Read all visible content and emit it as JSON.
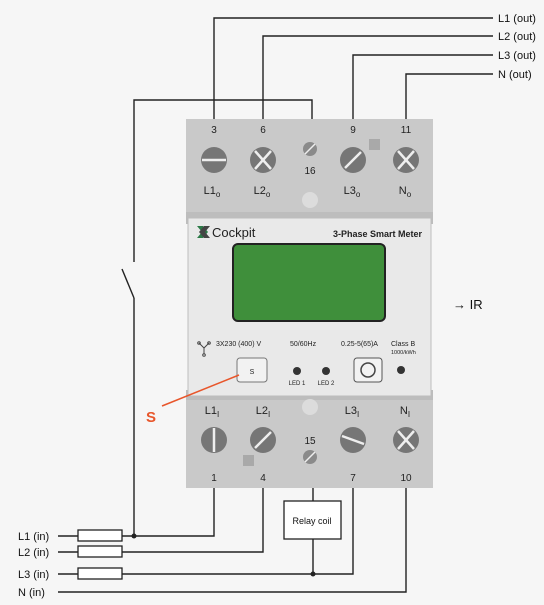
{
  "outputs": {
    "l1": "L1 (out)",
    "l2": "L2 (out)",
    "l3": "L3 (out)",
    "n": "N (out)"
  },
  "inputs": {
    "l1": "L1 (in)",
    "l2": "L2 (in)",
    "l3": "L3 (in)",
    "n": "N (in)"
  },
  "top_terminals": {
    "t3": "3",
    "t6": "6",
    "t16": "16",
    "t9": "9",
    "t11": "11"
  },
  "bottom_terminals": {
    "t1": "1",
    "t4": "4",
    "t15": "15",
    "t7": "7",
    "t10": "10"
  },
  "top_phase": {
    "l1": {
      "base": "L1",
      "sub": "o"
    },
    "l2": {
      "base": "L2",
      "sub": "o"
    },
    "l3": {
      "base": "L3",
      "sub": "o"
    },
    "n": {
      "base": "N",
      "sub": "o"
    }
  },
  "bottom_phase": {
    "l1": {
      "base": "L1",
      "sub": "I"
    },
    "l2": {
      "base": "L2",
      "sub": "I"
    },
    "l3": {
      "base": "L3",
      "sub": "I"
    },
    "n": {
      "base": "N",
      "sub": "I"
    }
  },
  "meter": {
    "brand": "Cockpit",
    "title": "3-Phase Smart Meter",
    "voltage": "3X230 (400) V",
    "frequency": "50/60Hz",
    "current": "0.25-5(65)A",
    "class": "Class B",
    "impulse": "1000/kWh",
    "s_button": "S",
    "led1": "LED 1",
    "led2": "LED 2"
  },
  "annotations": {
    "s": "S",
    "ir": "→ IR",
    "relay": "Relay coil"
  },
  "colors": {
    "lcd": "#3f8f3b",
    "s_label": "#e8562b",
    "panel": "#c9c9c9",
    "logo": "#2c7a47"
  }
}
